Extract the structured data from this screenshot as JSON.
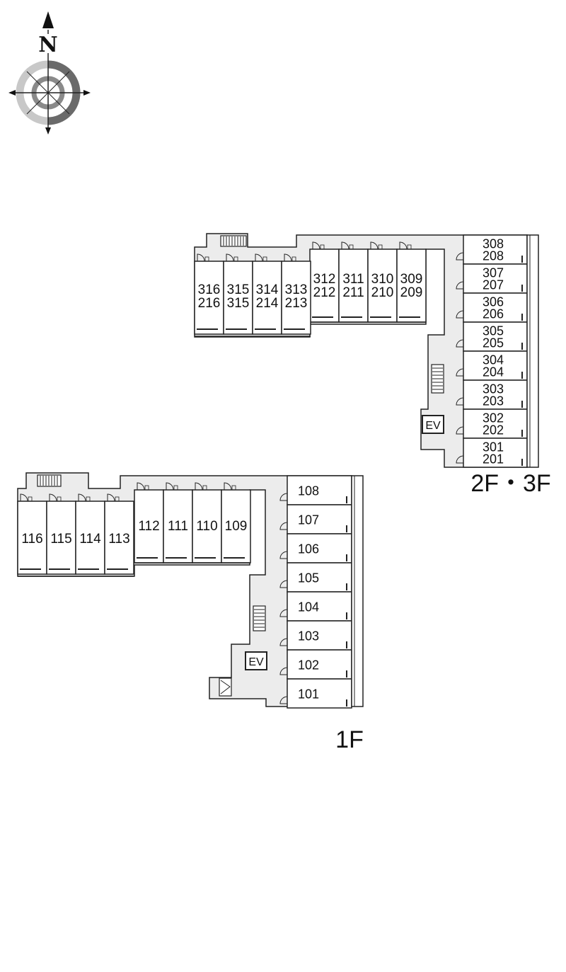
{
  "compass": {
    "north_label": "N"
  },
  "upper": {
    "floor_label": "2F・3F",
    "ev_label": "EV",
    "east_units": [
      {
        "a": "308",
        "b": "208"
      },
      {
        "a": "307",
        "b": "207"
      },
      {
        "a": "306",
        "b": "206"
      },
      {
        "a": "305",
        "b": "205"
      },
      {
        "a": "304",
        "b": "204"
      },
      {
        "a": "303",
        "b": "203"
      },
      {
        "a": "302",
        "b": "202"
      },
      {
        "a": "301",
        "b": "201"
      }
    ],
    "mid_units": [
      {
        "a": "312",
        "b": "212"
      },
      {
        "a": "311",
        "b": "211"
      },
      {
        "a": "310",
        "b": "210"
      },
      {
        "a": "309",
        "b": "209"
      }
    ],
    "west_units": [
      {
        "a": "316",
        "b": "216"
      },
      {
        "a": "315",
        "b": "315"
      },
      {
        "a": "314",
        "b": "214"
      },
      {
        "a": "313",
        "b": "213"
      }
    ]
  },
  "lower": {
    "floor_label": "1F",
    "ev_label": "EV",
    "east_units": [
      "108",
      "107",
      "106",
      "105",
      "104",
      "103",
      "102",
      "101"
    ],
    "mid_units": [
      "112",
      "111",
      "110",
      "109"
    ],
    "west_units": [
      "116",
      "115",
      "114",
      "113"
    ]
  }
}
